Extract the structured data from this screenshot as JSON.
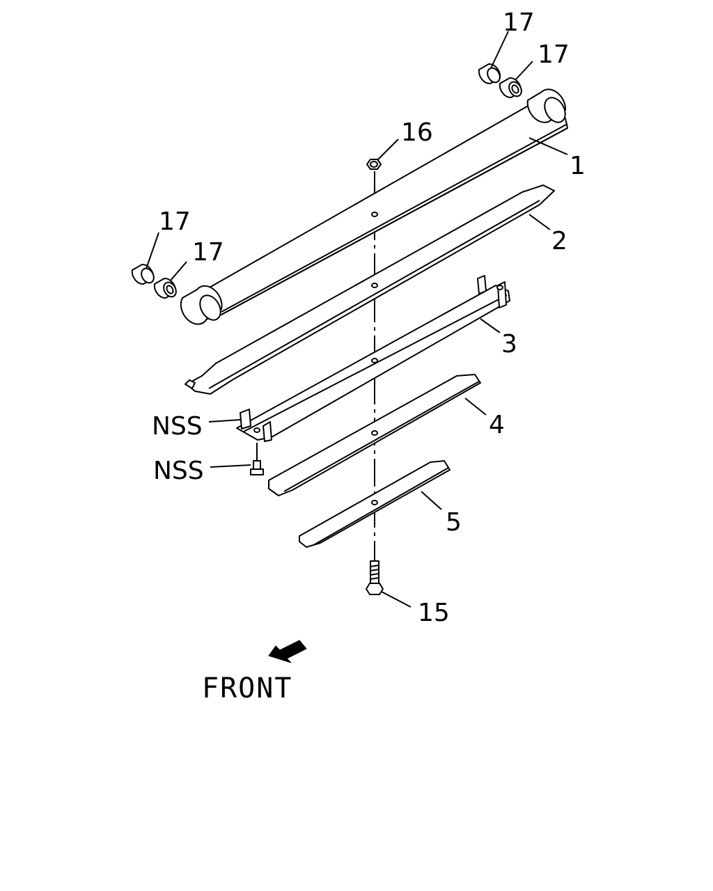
{
  "labels": {
    "p17a": "17",
    "p17b": "17",
    "p16": "16",
    "p1": "1",
    "p17c": "17",
    "p17d": "17",
    "p2": "2",
    "p3": "3",
    "nss1": "NSS",
    "p4": "4",
    "nss2": "NSS",
    "p5": "5",
    "p15": "15"
  },
  "front": {
    "label": "FRONT"
  },
  "colors": {
    "line": "#000000",
    "background": "#ffffff"
  }
}
